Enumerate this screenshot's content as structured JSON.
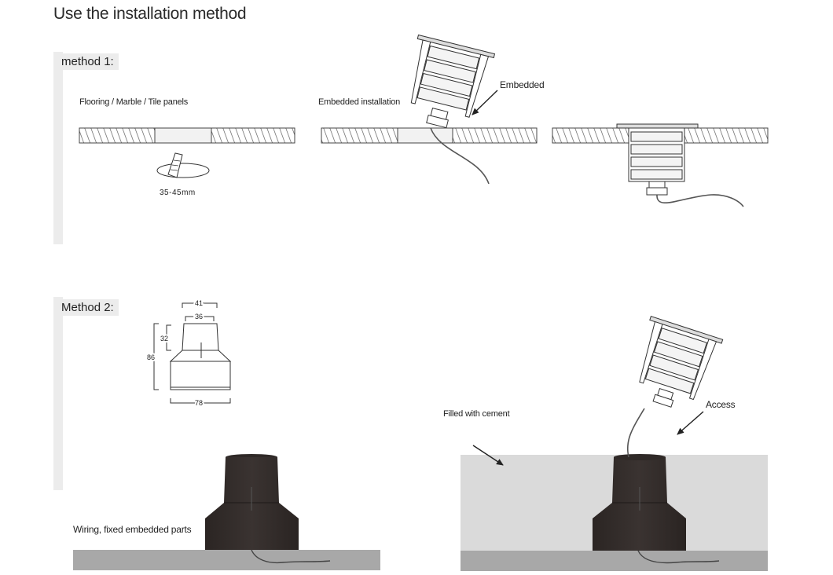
{
  "title": "Use the installation method",
  "method1": {
    "label": "method 1:",
    "flooring_caption": "Flooring / Marble / Tile panels",
    "hole_size": "35-45mm",
    "embedded_installation_caption": "Embedded installation",
    "embedded_caption": "Embedded"
  },
  "method2": {
    "label": "Method 2:",
    "dimensions": {
      "top_outer": "41",
      "top_inner": "36",
      "neck_height": "32",
      "total_height": "86",
      "base_width": "78"
    },
    "wiring_caption": "Wiring, fixed embedded parts",
    "cement_caption": "Filled with cement",
    "access_caption": "Access"
  }
}
